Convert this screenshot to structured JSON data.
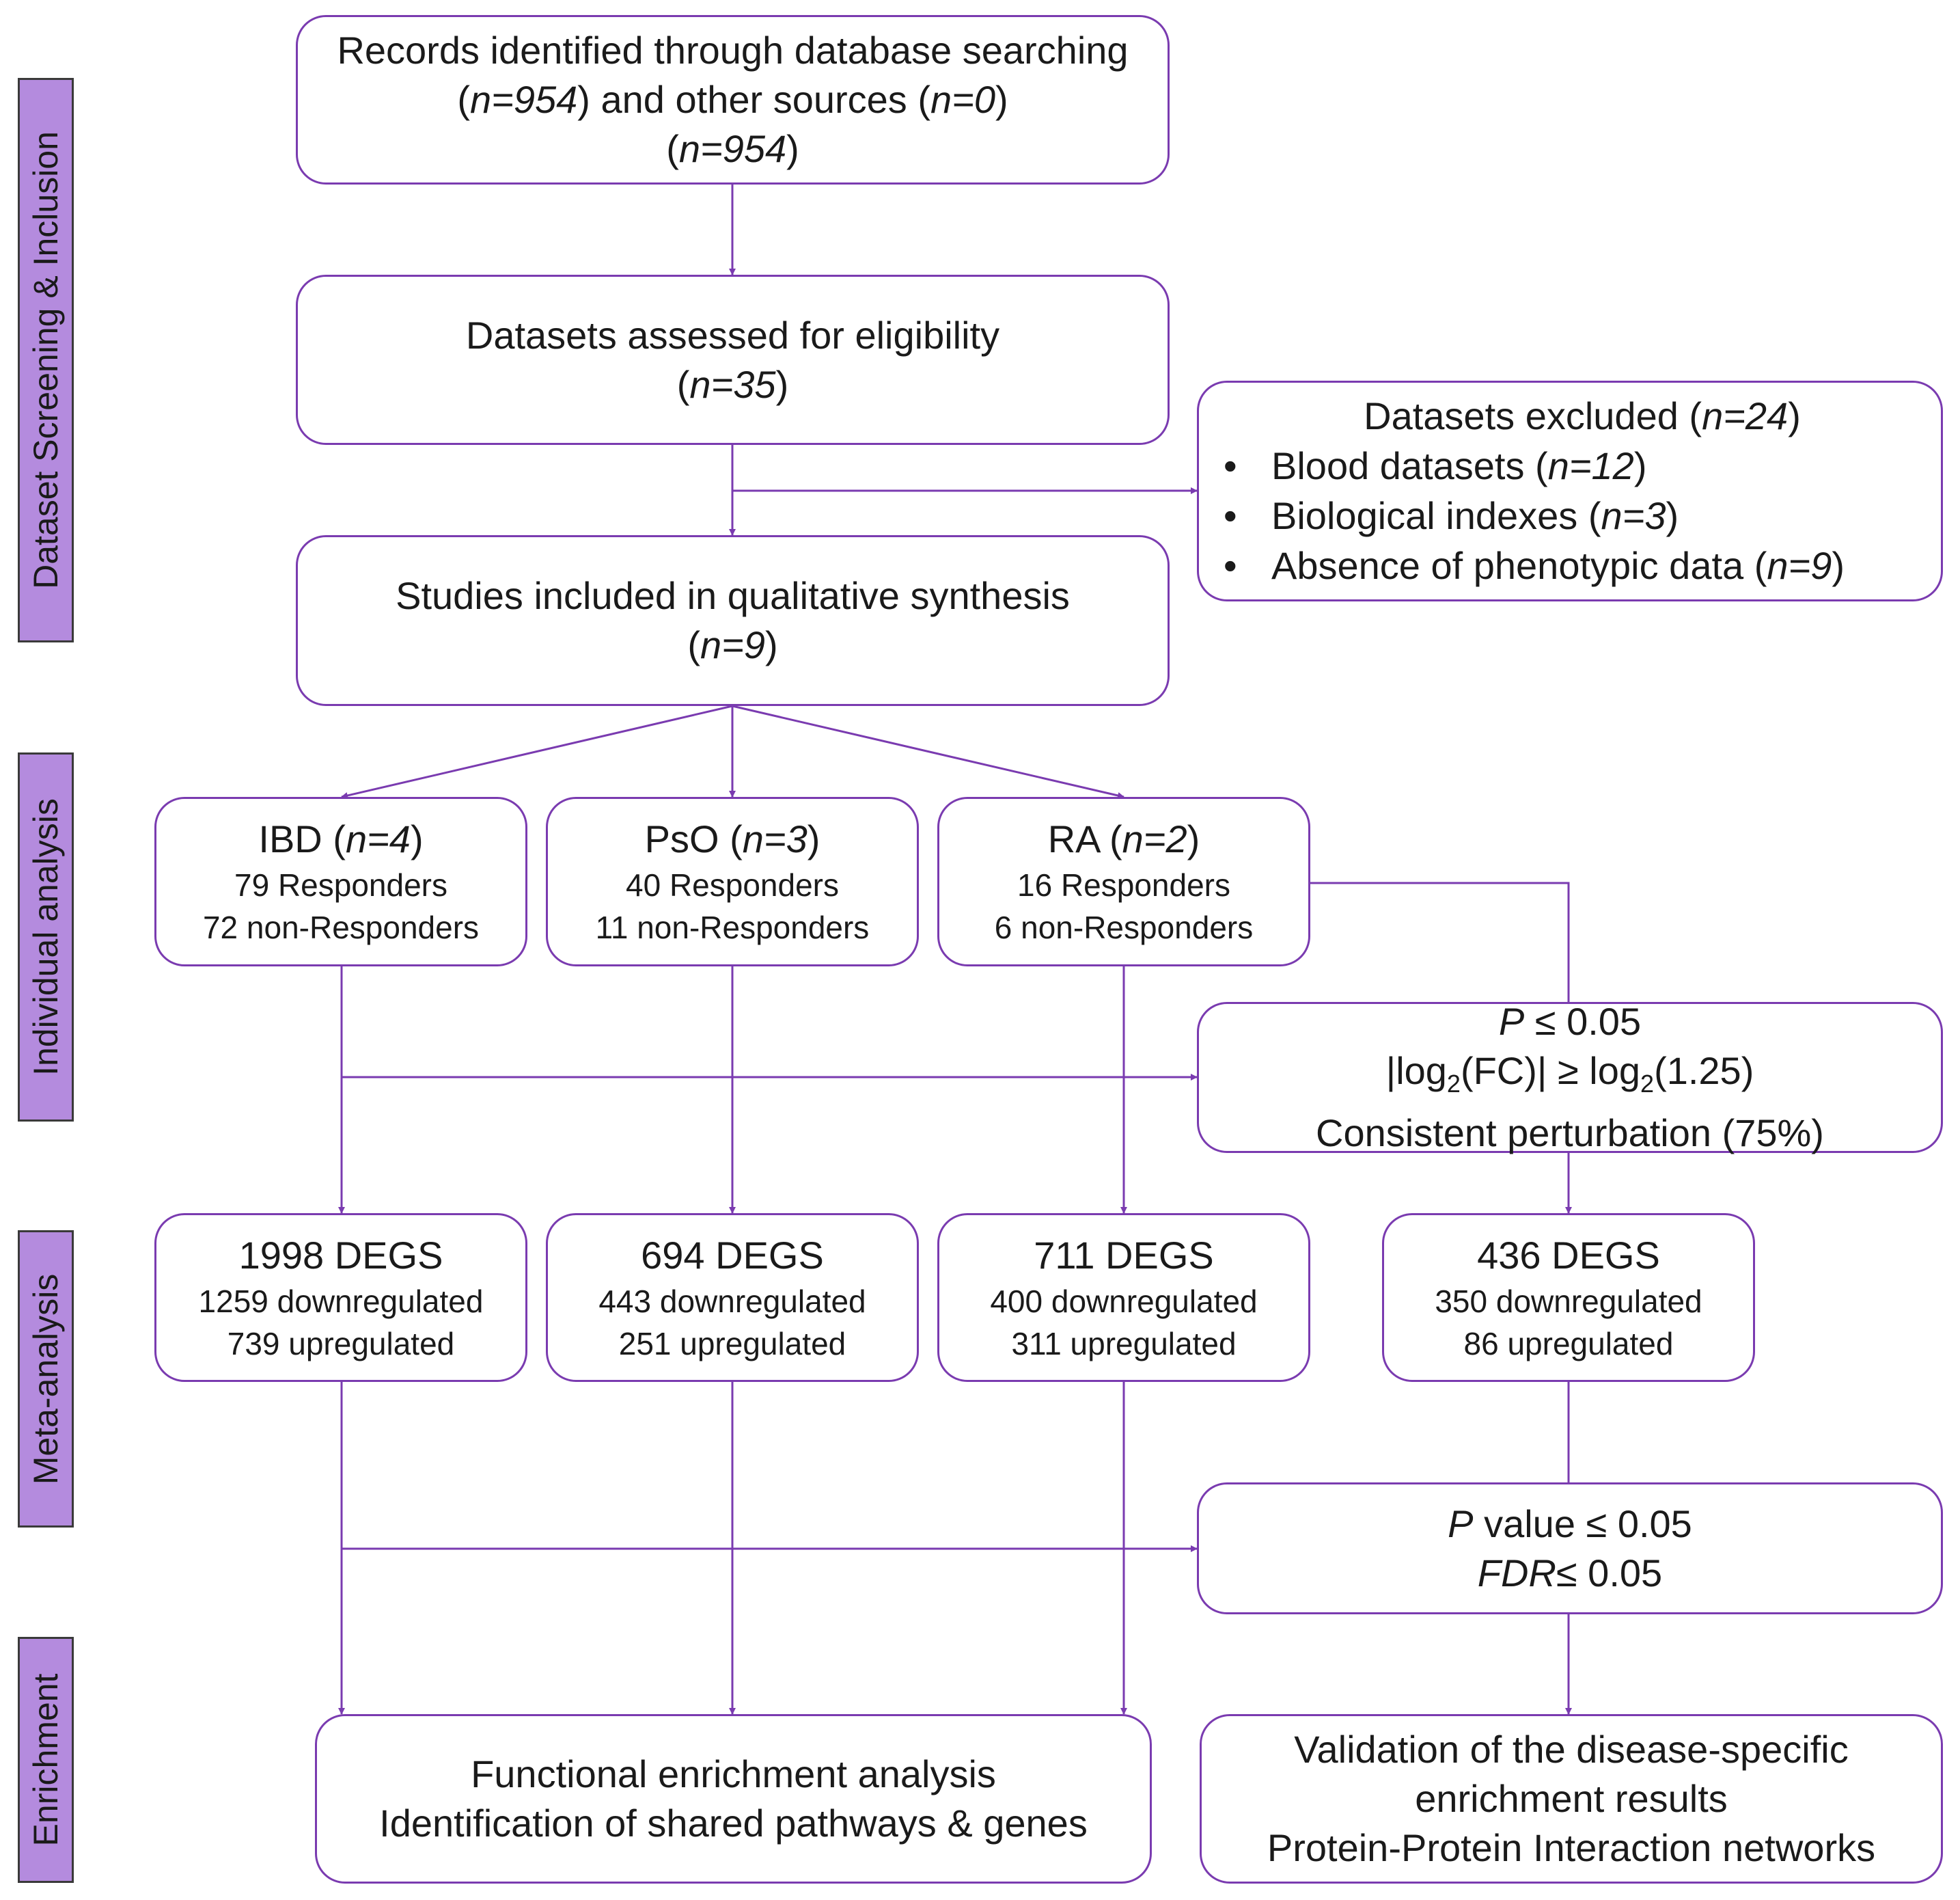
{
  "sidebar": {
    "screening": "Dataset Screening & Inclusion",
    "individual": "Individual analysis",
    "meta": "Meta-analysis",
    "enrichment": "Enrichment"
  },
  "records": {
    "line1": "Records identified through database searching",
    "line2_open": "(",
    "line2_n1": "n=954",
    "line2_mid": ") and other sources (",
    "line2_n2": "n=0",
    "line2_close": ")",
    "line3_open": "(",
    "line3_n": "n=954",
    "line3_close": ")"
  },
  "eligibility": {
    "line1": "Datasets assessed for eligibility",
    "n": "n=35"
  },
  "excluded": {
    "title": "Datasets excluded (",
    "title_n": "n=24",
    "items": [
      {
        "label": "Blood datasets (",
        "n": "n=12"
      },
      {
        "label": "Biological indexes (",
        "n": "n=3"
      },
      {
        "label": "Absence of phenotypic data (",
        "n": "n=9"
      }
    ]
  },
  "included": {
    "line1": "Studies included in qualitative synthesis",
    "n": "n=9"
  },
  "diseases": [
    {
      "name": "IBD (",
      "n": "n=4",
      "responders": "79 Responders",
      "non_responders": "72 non-Responders"
    },
    {
      "name": "PsO (",
      "n": "n=3",
      "responders": "40 Responders",
      "non_responders": "11 non-Responders"
    },
    {
      "name": "RA (",
      "n": "n=2",
      "responders": "16 Responders",
      "non_responders": "6 non-Responders"
    }
  ],
  "criteria1": {
    "p_label": "P",
    "p_value": " ≤ 0.05",
    "fc_pre": "|log",
    "fc_sub": "2",
    "fc_mid": "(FC)| ≥ log",
    "fc_sub2": "2",
    "fc_post": "(1.25)",
    "consistency": "Consistent perturbation (75%)"
  },
  "degs": [
    {
      "total": "1998 DEGS",
      "down": "1259 downregulated",
      "up": "739 upregulated"
    },
    {
      "total": "694 DEGS",
      "down": "443 downregulated",
      "up": "251 upregulated"
    },
    {
      "total": "711 DEGS",
      "down": "400 downregulated",
      "up": "311 upregulated"
    },
    {
      "total": "436 DEGS",
      "down": "350 downregulated",
      "up": "86 upregulated"
    }
  ],
  "criteria2": {
    "p_label": "P",
    "p_rest": " value ≤ 0.05",
    "fdr_label": "FDR",
    "fdr_rest": "≤ 0.05"
  },
  "functional": {
    "line1": "Functional enrichment analysis",
    "line2": "Identification of shared pathways & genes"
  },
  "validation": {
    "line1": "Validation of the disease-specific",
    "line2": "enrichment results",
    "line3": "Protein-Protein Interaction networks"
  },
  "colors": {
    "border": "#7a3bb0",
    "sidebar": "#b48bde",
    "arrow": "#7a3bb0"
  }
}
